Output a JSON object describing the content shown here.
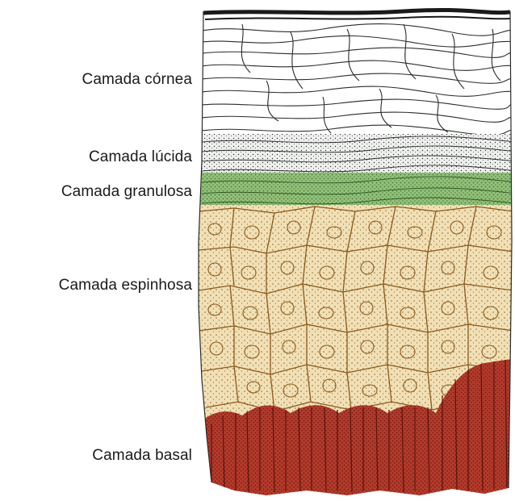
{
  "layers": [
    {
      "id": "cornea",
      "label": "Camada córnea",
      "color": "#ffffff"
    },
    {
      "id": "lucida",
      "label": "Camada lúcida",
      "color": "#e9ece9"
    },
    {
      "id": "granulosa",
      "label": "Camada granulosa",
      "color": "#8fbf70"
    },
    {
      "id": "espinhosa",
      "label": "Camada espinhosa",
      "color": "#f1dfb6"
    },
    {
      "id": "basal",
      "label": "Camada basal",
      "color": "#b33b2c"
    }
  ],
  "colors": {
    "line": "#2b2b2b",
    "cell_outline": "#8a5a1c",
    "basal_outline": "#7a1a12",
    "granular_dots": "#3f7a33"
  }
}
